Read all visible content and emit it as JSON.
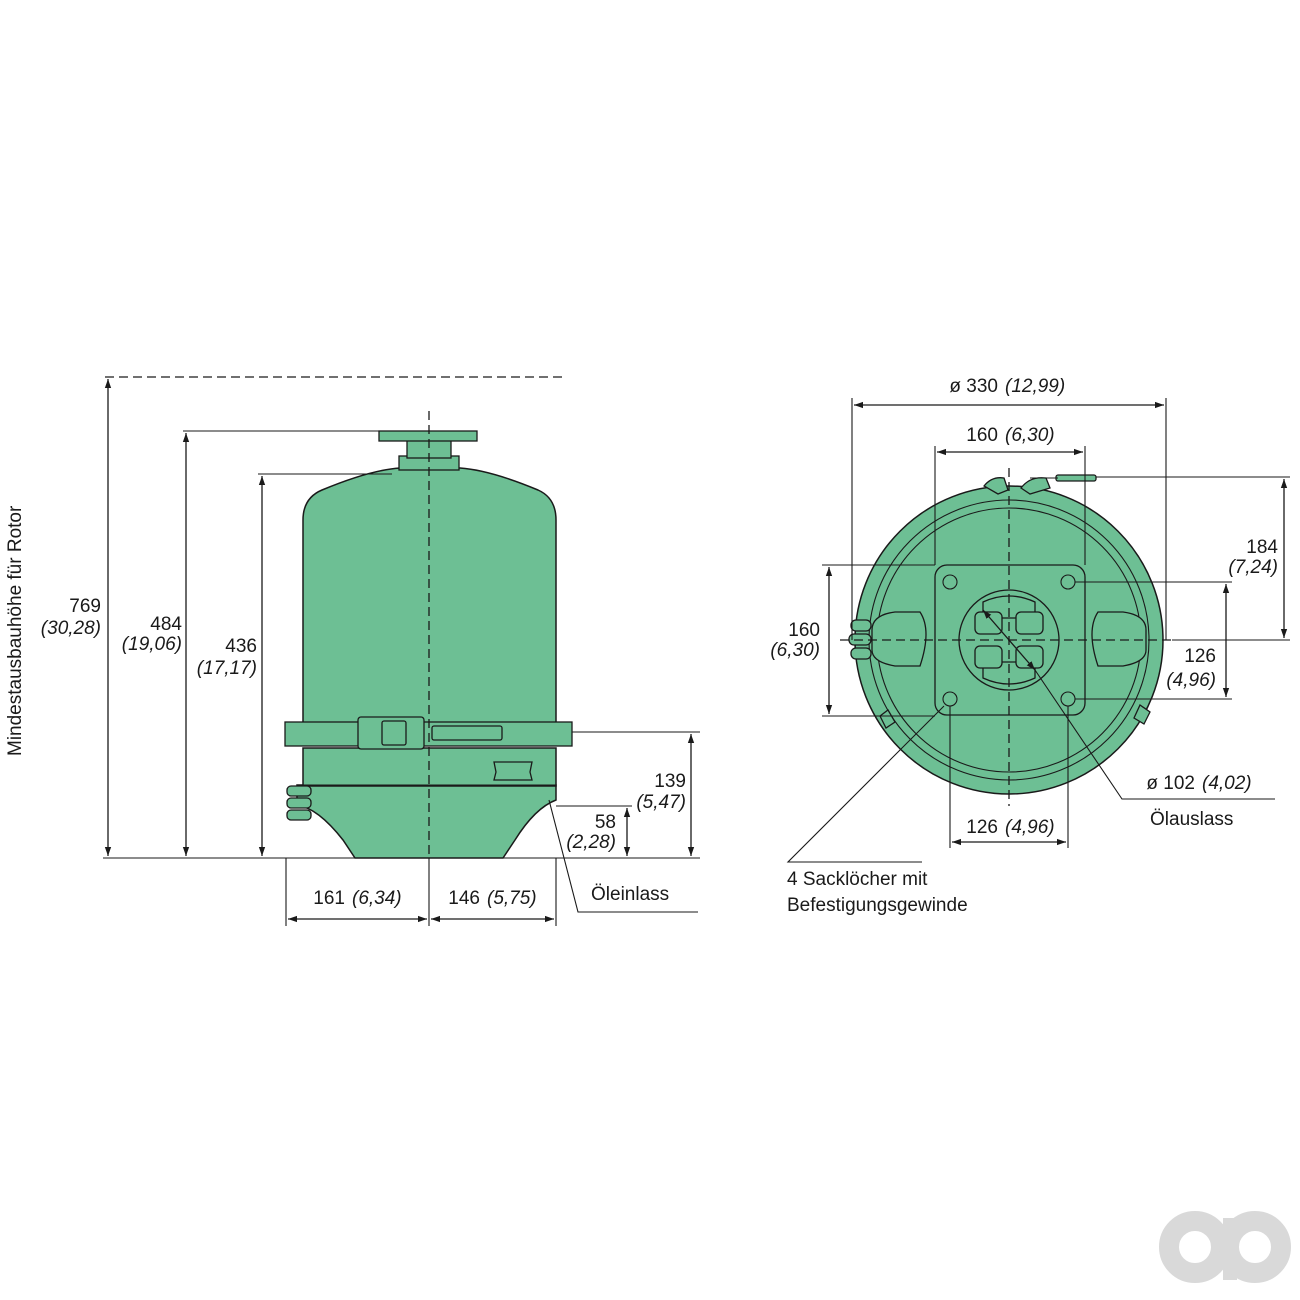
{
  "colors": {
    "body": "#6dbf94",
    "line": "#1a1a1a",
    "logo": "#d9d9d9"
  },
  "side_view": {
    "rotor_label": "Mindestausbauhöhe für Rotor",
    "dims": {
      "h769": {
        "value": "769",
        "inch": "(30,28)"
      },
      "h484": {
        "value": "484",
        "inch": "(19,06)"
      },
      "h436": {
        "value": "436",
        "inch": "(17,17)"
      },
      "h139": {
        "value": "139",
        "inch": "(5,47)"
      },
      "h58": {
        "value": "58",
        "inch": "(2,28)"
      },
      "w161": {
        "value": "161",
        "inch": "(6,34)"
      },
      "w146": {
        "value": "146",
        "inch": "(5,75)"
      }
    },
    "inlet_label": "Öleinlass"
  },
  "top_view": {
    "dims": {
      "d330": {
        "value": "ø 330",
        "inch": "(12,99)"
      },
      "w160": {
        "value": "160",
        "inch": "(6,30)"
      },
      "h160": {
        "value": "160",
        "inch": "(6,30)"
      },
      "h184": {
        "value": "184",
        "inch": "(7,24)"
      },
      "h126": {
        "value": "126",
        "inch": "(4,96)"
      },
      "w126": {
        "value": "126",
        "inch": "(4,96)"
      },
      "d102": {
        "value": "ø 102",
        "inch": "(4,02)"
      }
    },
    "outlet_label": "Ölauslass",
    "holes_label_line1": "4 Sacklöcher mit",
    "holes_label_line2": "Befestigungsgewinde"
  },
  "logo": {
    "icon": "ao-logo-icon"
  }
}
